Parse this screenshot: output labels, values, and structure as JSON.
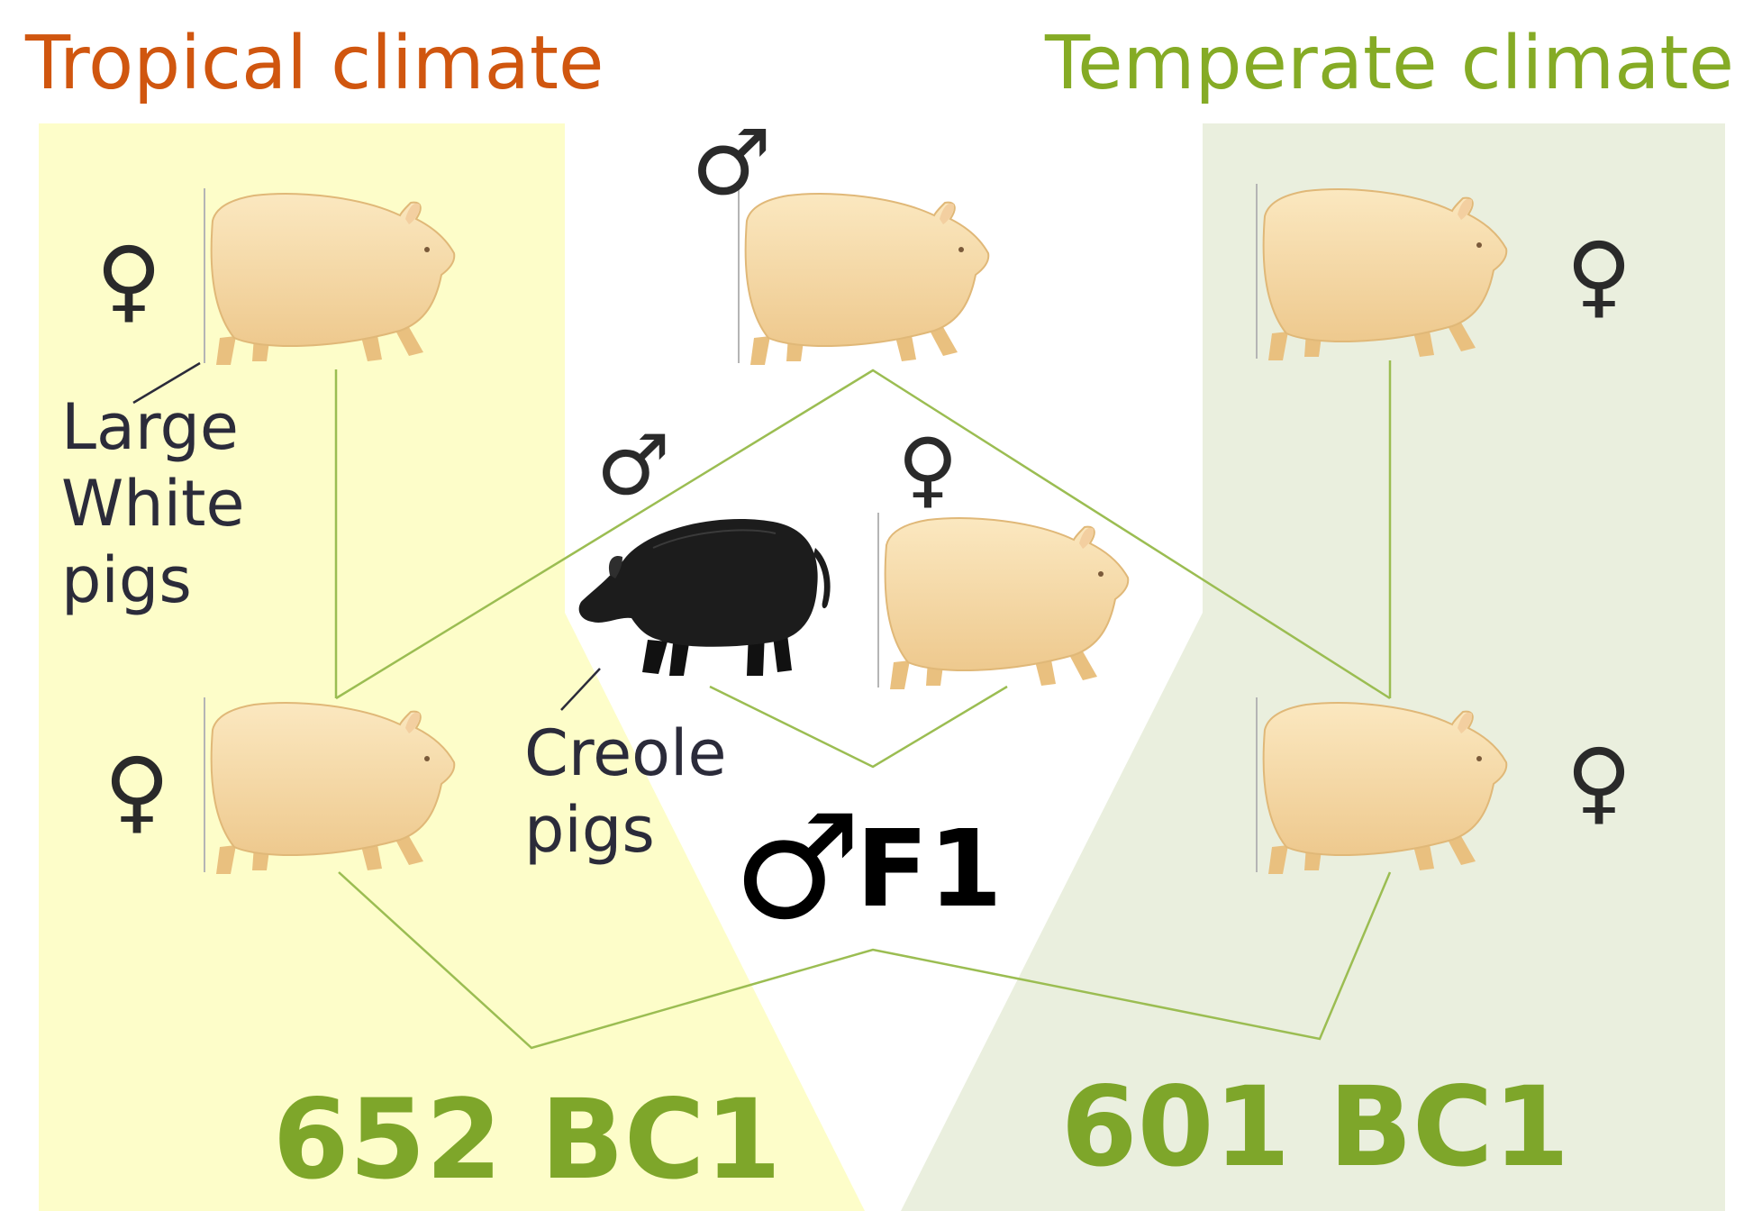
{
  "headings": {
    "tropical": "Tropical climate",
    "temperate": "Temperate climate"
  },
  "labels": {
    "large_white": [
      "Large",
      "White",
      "pigs"
    ],
    "creole": [
      "Creole",
      "pigs"
    ],
    "f1": "F1",
    "tropical_count": "652 BC1",
    "temperate_count": "601 BC1"
  },
  "symbols": {
    "male": "♂",
    "female": "♀"
  },
  "colors": {
    "tropical_heading": "#d0560f",
    "temperate_heading": "#85ab25",
    "tropical_zone": "#fdfdc9",
    "temperate_zone": "#eaefde",
    "count_text": "#7ea62a",
    "connector": "#9bbd52",
    "label_text": "#2b2b3a",
    "large_white_pig": "#f6dcaa",
    "creole_pig": "#1c1c1c"
  },
  "icons": {
    "large_white_pig": "large-white-pig-icon",
    "creole_pig": "creole-pig-icon"
  }
}
